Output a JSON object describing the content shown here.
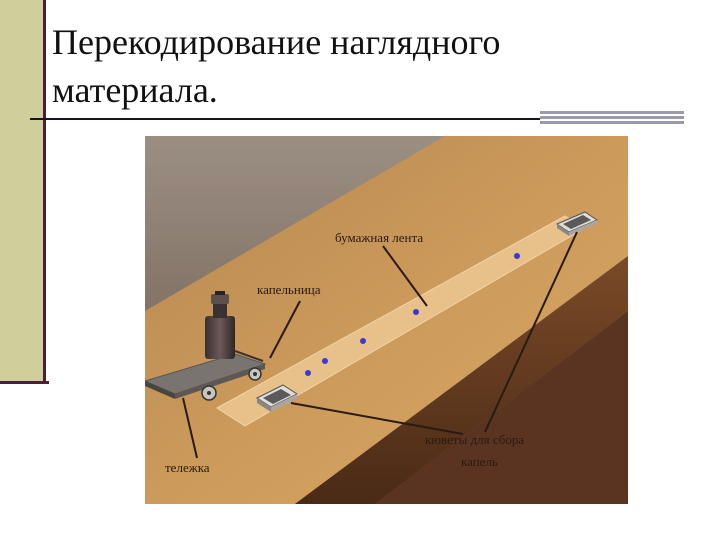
{
  "slide": {
    "title": "Перекодирование наглядного материала."
  },
  "figure": {
    "labels": {
      "tape": "бумажная лента",
      "dropper": "капельница",
      "cuvettes_line1": "кюветы для сбора",
      "cuvettes_line2": "капель",
      "cart": "тележка"
    }
  },
  "colors": {
    "accent_bar": "#cfcf9c",
    "accent_dark": "#4a1f3a",
    "table_wood": "#c9944f",
    "drop_color": "#3a3ad0"
  }
}
